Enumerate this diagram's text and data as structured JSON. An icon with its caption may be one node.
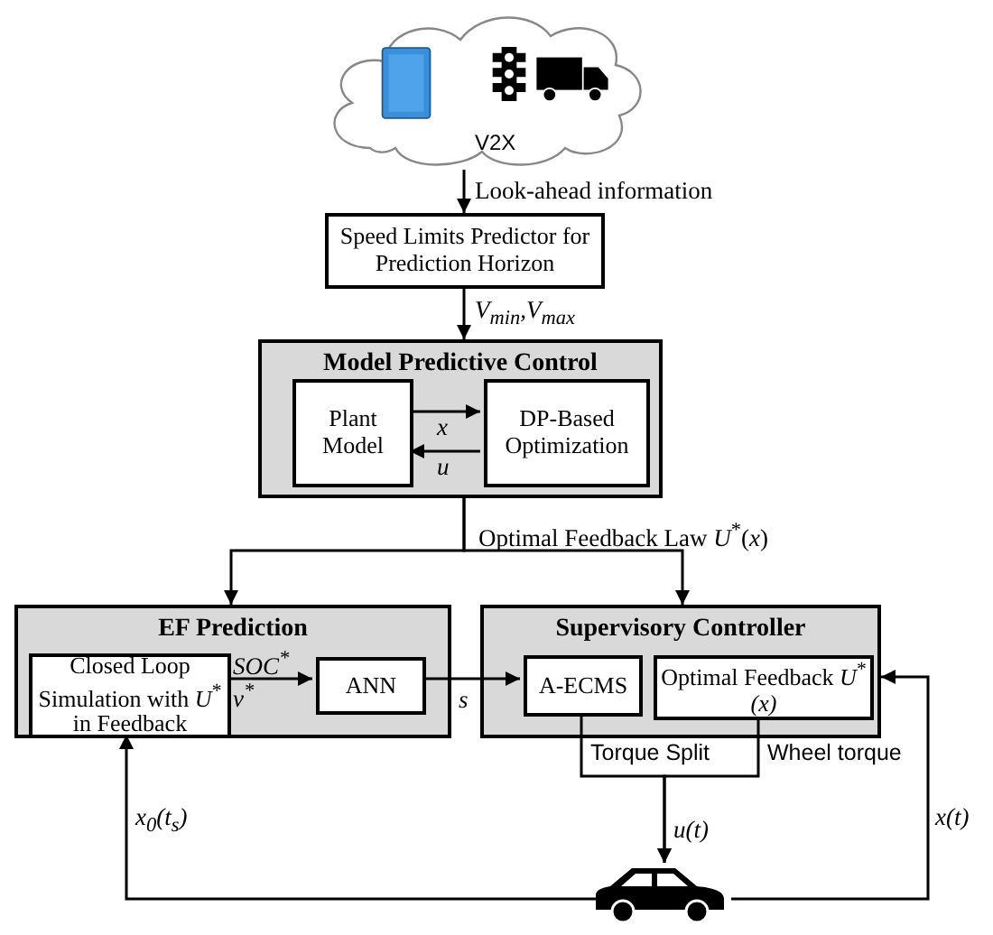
{
  "diagram": {
    "nodes": [
      {
        "text": [
          "V2X"
        ]
      },
      {
        "text": [
          "Speed Limits Predictor for Prediction Horizon"
        ]
      },
      {
        "text": [
          "Model Predictive Control"
        ]
      },
      {
        "text": [
          "Plant Model"
        ],
        "in": 2
      },
      {
        "text": [
          "DP-Based Optimization"
        ],
        "in": 2
      },
      {
        "text": [
          "EF Prediction"
        ]
      },
      {
        "text": [
          "Closed Loop Simulation with *U*$^{*}$ in Feedback"
        ],
        "in": 5
      },
      {
        "text": [
          "ANN"
        ],
        "in": 5
      },
      {
        "text": [
          "Supervisory Controller"
        ]
      },
      {
        "text": [
          "A-ECMS"
        ],
        "in": 8
      },
      {
        "text": [
          "Optimal Feedback *U*$^{*}$*(x)*"
        ],
        "in": 8
      },
      {
        "text": [],
        "shape": "car"
      }
    ],
    "edges": [
      {
        "from": 0,
        "to": 1,
        "arrow": "to",
        "label": "Look-ahead information"
      },
      {
        "from": 1,
        "to": 2,
        "arrow": "to",
        "label": "V$_{min}$,V$_{max}$"
      },
      {
        "from": 3,
        "to": 4,
        "arrow": "to",
        "label": "x"
      },
      {
        "from": 4,
        "to": 3,
        "arrow": "to",
        "label": "u"
      },
      {
        "from": 2,
        "to": 5,
        "arrow": "to",
        "label": "Optimal Feedback Law *U*$^{*}$(*x*)"
      },
      {
        "from": 2,
        "to": 8,
        "arrow": "to"
      },
      {
        "from": 6,
        "to": 7,
        "arrow": "to",
        "label": "SOC$^{*}$ v$^{*}$"
      },
      {
        "from": 7,
        "to": 9,
        "arrow": "to",
        "label": "s"
      },
      {
        "from": 9,
        "to": 11,
        "arrow": "to",
        "label": "Torque Split"
      },
      {
        "from": 10,
        "to": 11,
        "arrow": "to",
        "label": "Wheel torque"
      },
      {
        "from": 11,
        "to": 6,
        "arrow": "to",
        "label": "x$_{0}$(t$_{s}$)"
      },
      {
        "from": 11,
        "to": 8,
        "arrow": "to",
        "label": "x(t)"
      }
    ],
    "labels": [
      "u(t)"
    ]
  }
}
